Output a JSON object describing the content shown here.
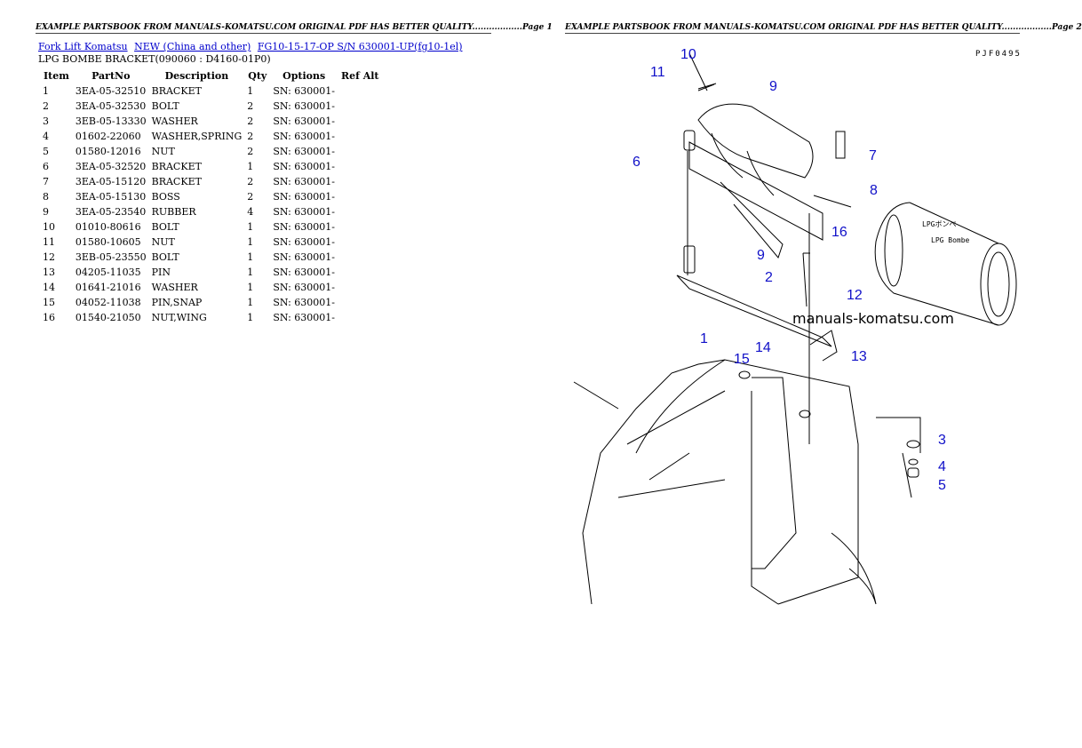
{
  "header": {
    "page1": "EXAMPLE PARTSBOOK FROM MANUALS-KOMATSU.COM ORIGINAL PDF HAS BETTER QUALITY..................Page 1",
    "page2": "EXAMPLE PARTSBOOK FROM MANUALS-KOMATSU.COM ORIGINAL PDF HAS BETTER QUALITY..................Page 2"
  },
  "breadcrumb": [
    "Fork Lift Komatsu",
    "NEW (China and other)",
    "FG10-15-17-OP S/N 630001-UP(fg10-1el)"
  ],
  "title": "LPG BOMBE BRACKET(090060 : D4160-01P0)",
  "table": {
    "headers": [
      "Item",
      "PartNo",
      "Description",
      "Qty",
      "Options",
      "Ref Alt"
    ],
    "rows": [
      [
        "1",
        "3EA-05-32510",
        "BRACKET",
        "1",
        "SN: 630001-",
        ""
      ],
      [
        "2",
        "3EA-05-32530",
        "BOLT",
        "2",
        "SN: 630001-",
        ""
      ],
      [
        "3",
        "3EB-05-13330",
        "WASHER",
        "2",
        "SN: 630001-",
        ""
      ],
      [
        "4",
        "01602-22060",
        "WASHER,SPRING",
        "2",
        "SN: 630001-",
        ""
      ],
      [
        "5",
        "01580-12016",
        "NUT",
        "2",
        "SN: 630001-",
        ""
      ],
      [
        "6",
        "3EA-05-32520",
        "BRACKET",
        "1",
        "SN: 630001-",
        ""
      ],
      [
        "7",
        "3EA-05-15120",
        "BRACKET",
        "2",
        "SN: 630001-",
        ""
      ],
      [
        "8",
        "3EA-05-15130",
        "BOSS",
        "2",
        "SN: 630001-",
        ""
      ],
      [
        "9",
        "3EA-05-23540",
        "RUBBER",
        "4",
        "SN: 630001-",
        ""
      ],
      [
        "10",
        "01010-80616",
        "BOLT",
        "1",
        "SN: 630001-",
        ""
      ],
      [
        "11",
        "01580-10605",
        "NUT",
        "1",
        "SN: 630001-",
        ""
      ],
      [
        "12",
        "3EB-05-23550",
        "BOLT",
        "1",
        "SN: 630001-",
        ""
      ],
      [
        "13",
        "04205-11035",
        "PIN",
        "1",
        "SN: 630001-",
        ""
      ],
      [
        "14",
        "01641-21016",
        "WASHER",
        "1",
        "SN: 630001-",
        ""
      ],
      [
        "15",
        "04052-11038",
        "PIN,SNAP",
        "1",
        "SN: 630001-",
        ""
      ],
      [
        "16",
        "01540-21050",
        "NUT,WING",
        "1",
        "SN: 630001-",
        ""
      ]
    ]
  },
  "diagram": {
    "code": "PJF0495",
    "watermark": "manuals-komatsu.com",
    "bombe_label_jp": "LPGボンベ",
    "bombe_label": "LPG Bombe",
    "callouts": [
      "10",
      "11",
      "9",
      "6",
      "7",
      "8",
      "16",
      "9",
      "2",
      "12",
      "1",
      "14",
      "15",
      "13",
      "3",
      "4",
      "5"
    ],
    "callout_color": "#1010c8"
  }
}
